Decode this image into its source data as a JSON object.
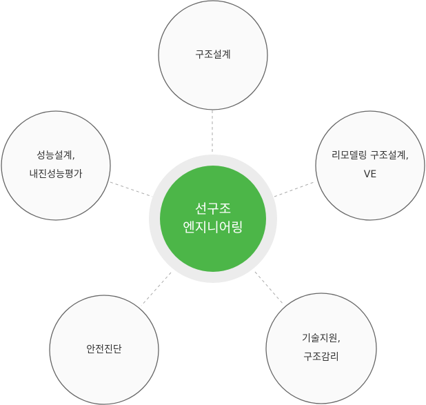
{
  "center": {
    "line1": "선구조",
    "line2": "엔지니어링"
  },
  "nodes": [
    {
      "label": "구조설계"
    },
    {
      "label": "리모델링 구조설계,\nVE"
    },
    {
      "label": "기술지원,\n구조감리"
    },
    {
      "label": "안전진단"
    },
    {
      "label": "성능설계,\n내진성능평가"
    }
  ],
  "colors": {
    "center_fill": "#4cb648",
    "center_ring": "#ececec",
    "node_fill": "#fafafa",
    "node_border": "#666666",
    "connector": "#aaaaaa"
  }
}
